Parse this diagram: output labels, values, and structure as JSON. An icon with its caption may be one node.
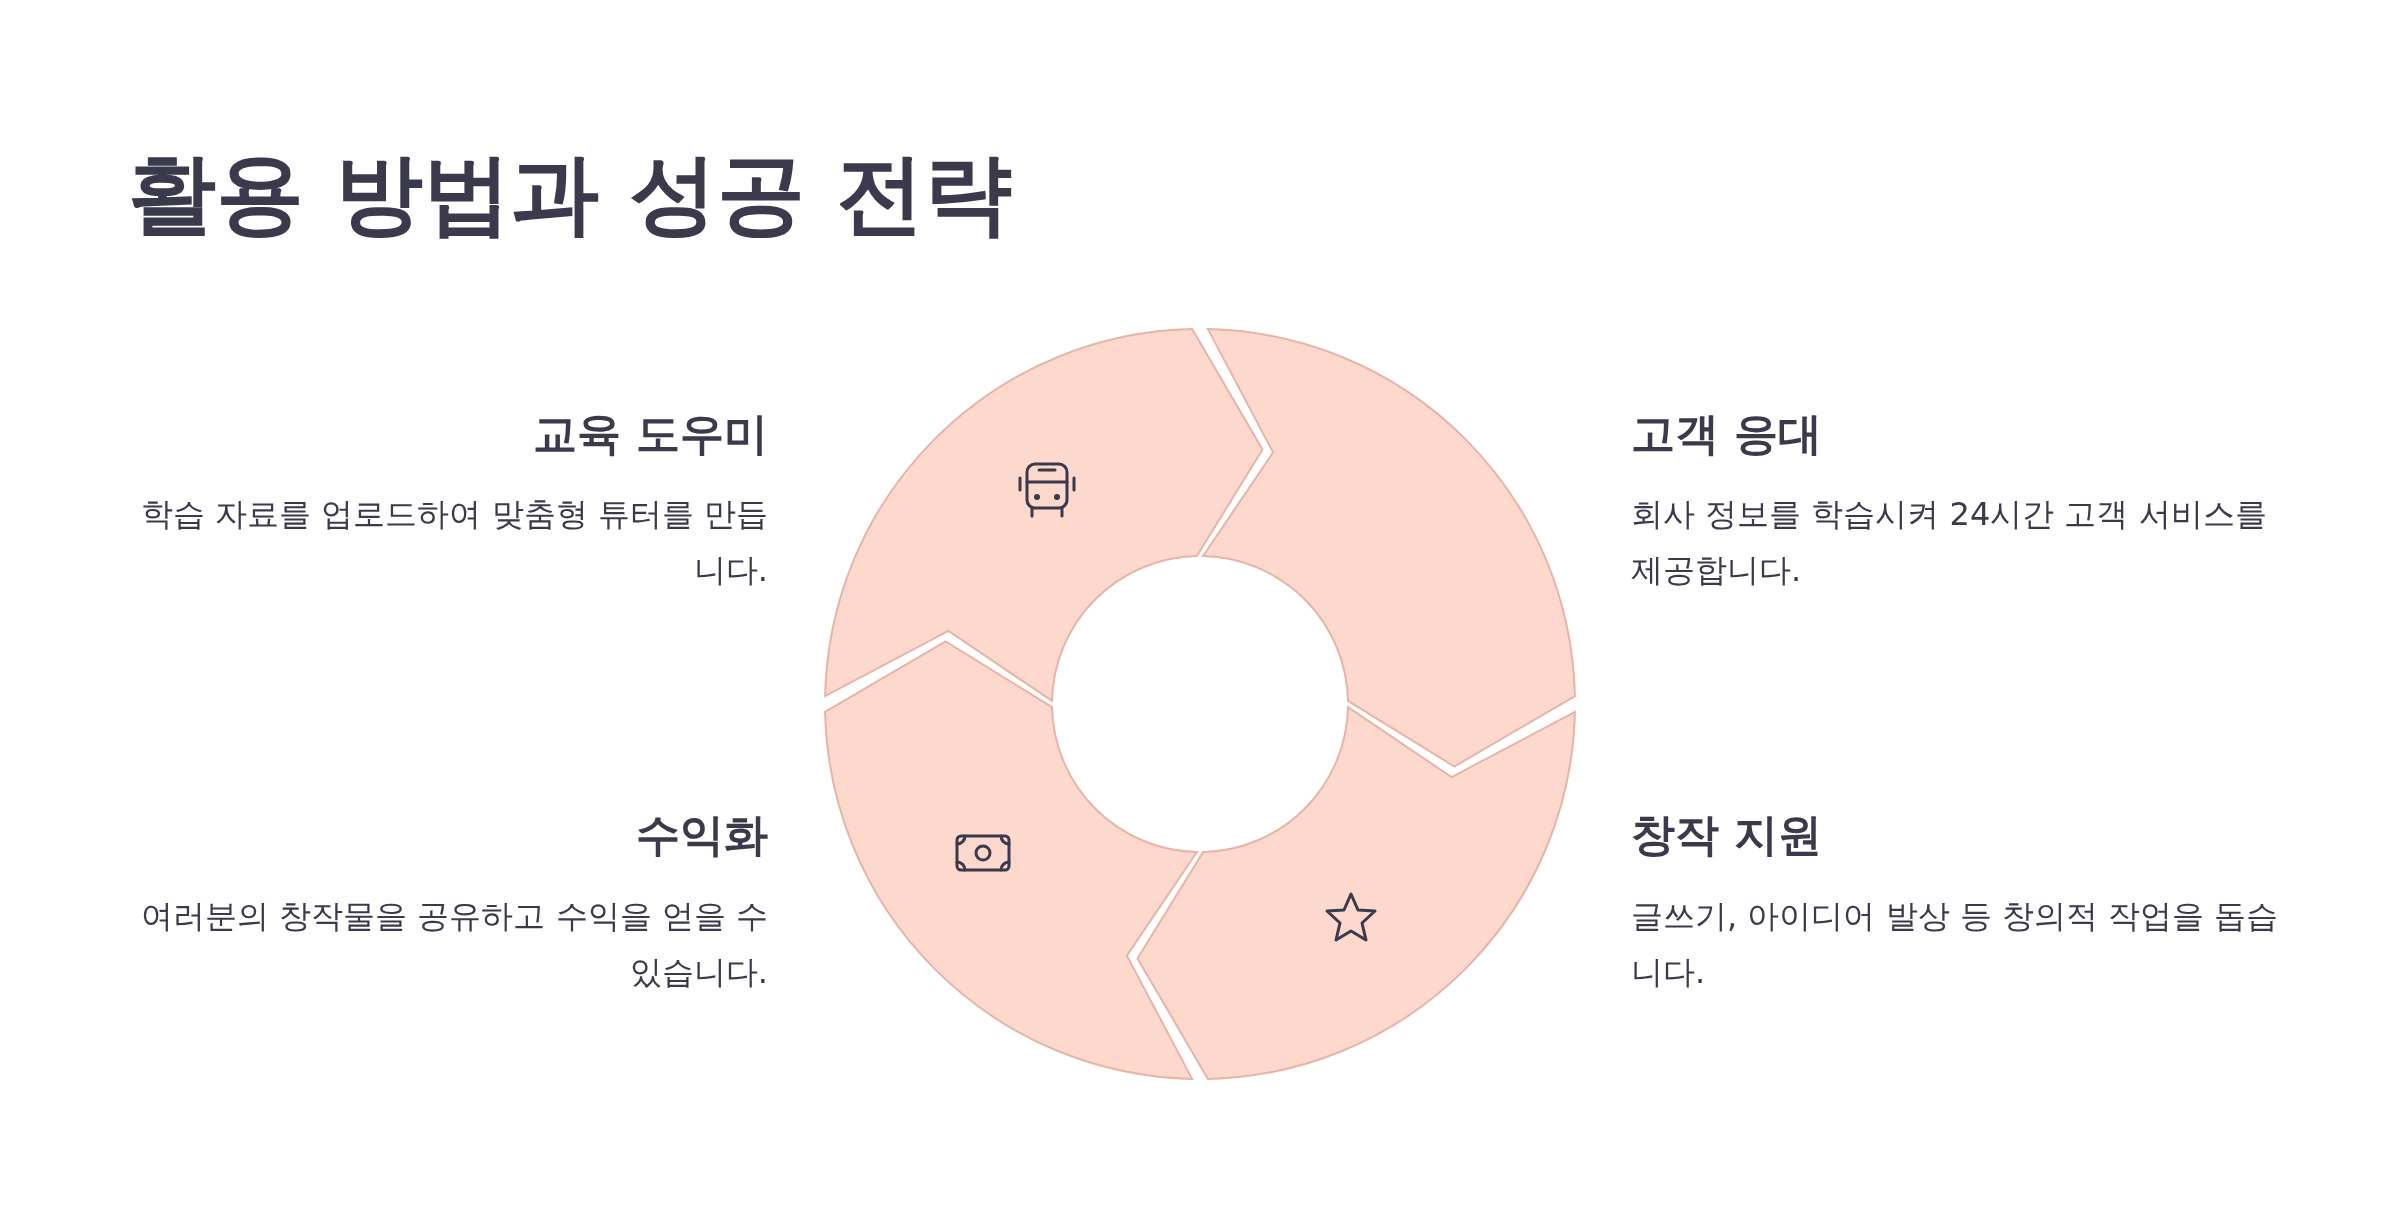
{
  "diagram": {
    "title": "활용 방법과 성공 전략",
    "labels": [
      "교육 도우미",
      "학습 자료를 업로드하여 맞춤형 튜터를 만듭니다.",
      "고객 응대",
      "회사 정보를 학습시켜 24시간 고객 서비스를 제공합니다.",
      "수익화",
      "여러분의 창작물을 공유하고 수익을 얻을 수 있습니다.",
      "창작 지원",
      "글쓰기, 아이디어 발상 등 창의적 작업을 돕습니다."
    ]
  }
}
